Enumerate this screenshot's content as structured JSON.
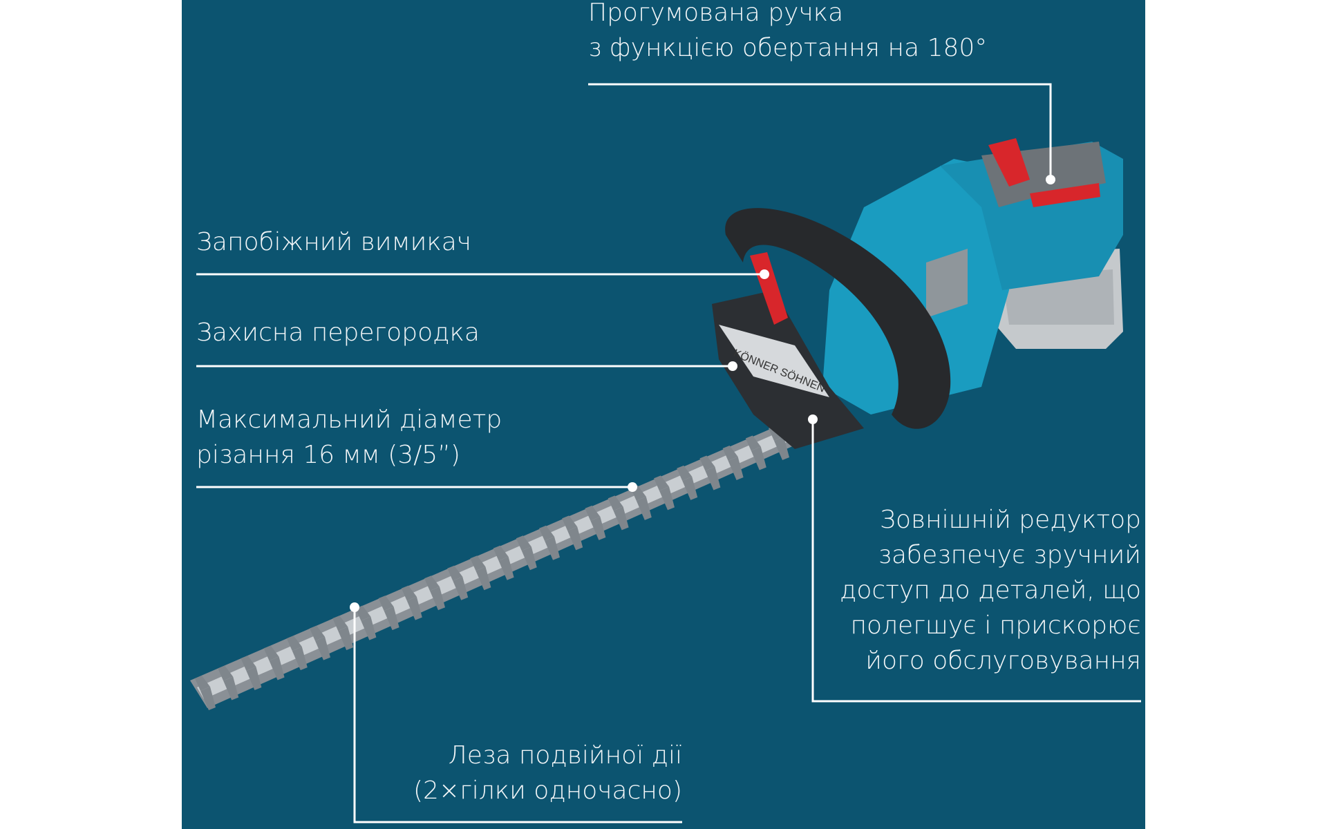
{
  "colors": {
    "background": "#0c5470",
    "tool_body": "#1a9cc0",
    "accent_red": "#d8262b",
    "text": "#f2f6f8"
  },
  "brand": "KÖNNER SÖHNEN",
  "callouts": {
    "handle": {
      "line1": "Прогумована ручка",
      "line2": "з функцією обертання на 180°"
    },
    "safety_switch": {
      "line1": "Запобіжний вимикач"
    },
    "guard": {
      "line1": "Захисна перегородка"
    },
    "diameter": {
      "line1": "Максимальний діаметр",
      "line2": "різання 16 мм (3/5”)"
    },
    "gearbox": {
      "line1": "Зовнішній редуктор",
      "line2": "забезпечує зручний",
      "line3": "доступ до деталей, що",
      "line4": "полегшує і прискорює",
      "line5": "його обслуговування"
    },
    "blades": {
      "line1": "Леза подвійної дії",
      "line2": "(2×гілки одночасно)"
    }
  }
}
